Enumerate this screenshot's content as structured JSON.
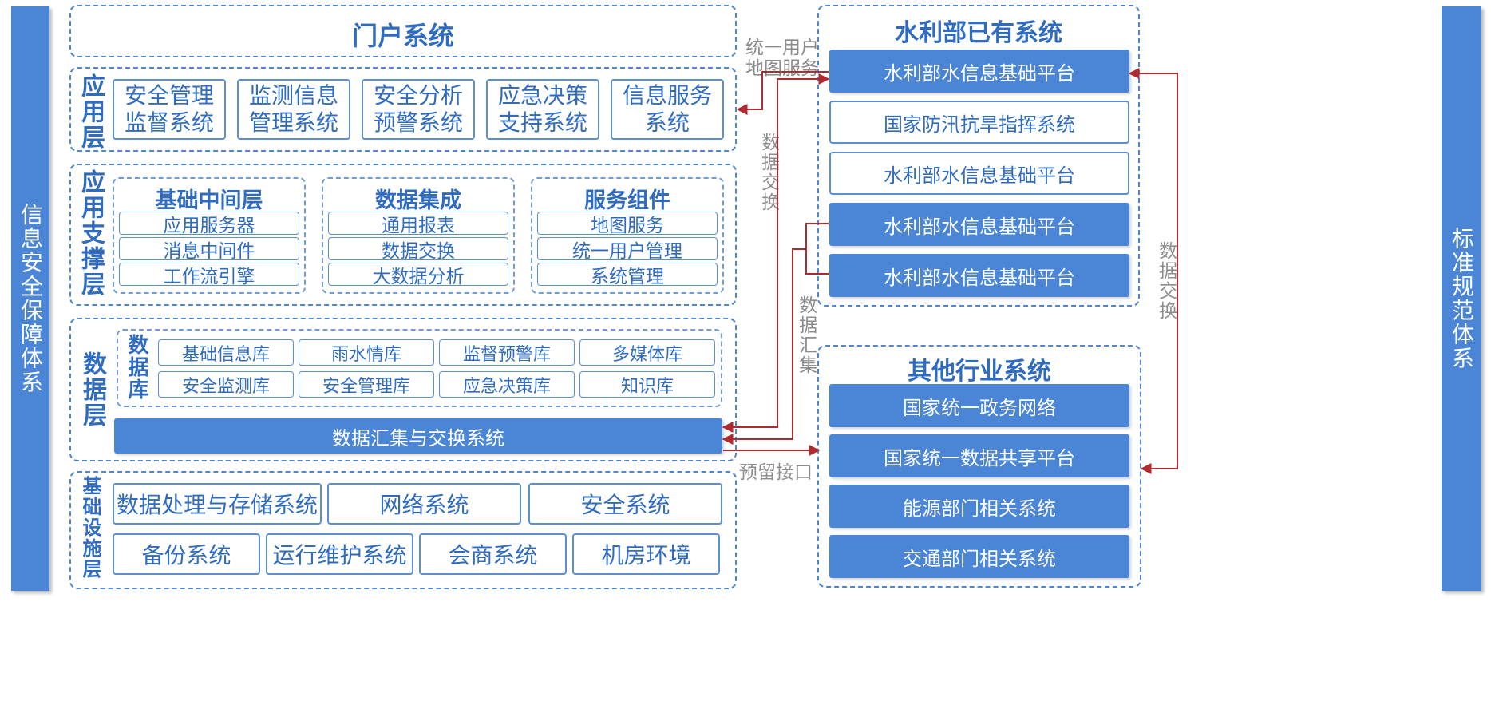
{
  "left_bar": "信息安全保障体系",
  "right_bar": "标准规范体系",
  "portal": "门户系统",
  "app_layer": {
    "label": "应用层",
    "items": [
      "安全管理\n监督系统",
      "监测信息\n管理系统",
      "安全分析\n预警系统",
      "应急决策\n支持系统",
      "信息服务\n系统"
    ]
  },
  "support_layer": {
    "label": "应用支撑层",
    "groups": [
      {
        "title": "基础中间层",
        "items": [
          "应用服务器",
          "消息中间件",
          "工作流引擎"
        ]
      },
      {
        "title": "数据集成",
        "items": [
          "通用报表",
          "数据交换",
          "大数据分析"
        ]
      },
      {
        "title": "服务组件",
        "items": [
          "地图服务",
          "统一用户管理",
          "系统管理"
        ]
      }
    ]
  },
  "data_layer": {
    "label": "数据层",
    "db_label": "数据库",
    "dbs": [
      "基础信息库",
      "雨水情库",
      "监督预警库",
      "多媒体库",
      "安全监测库",
      "安全管理库",
      "应急决策库",
      "知识库"
    ],
    "exchange": "数据汇集与交换系统"
  },
  "infra_layer": {
    "label": "基础设施层",
    "row1": [
      "数据处理与存储系统",
      "网络系统",
      "安全系统"
    ],
    "row2": [
      "备份系统",
      "运行维护系统",
      "会商系统",
      "机房环境"
    ]
  },
  "ministry": {
    "title": "水利部已有系统",
    "items": [
      "水利部水信息基础平台",
      "国家防汛抗旱指挥系统",
      "水利部水信息基础平台",
      "水利部水信息基础平台",
      "水利部水信息基础平台"
    ]
  },
  "other": {
    "title": "其他行业系统",
    "items": [
      "国家统一政务网络",
      "国家统一数据共享平台",
      "能源部门相关系统",
      "交通部门相关系统"
    ]
  },
  "labels": {
    "unified_user": "统一用户",
    "map_service": "地图服务",
    "data_exchange": "数据交换",
    "data_collect": "数据汇集",
    "data_exchange_right": "数据交换",
    "reserved": "预留接口"
  },
  "colors": {
    "primary": "#4b86d6",
    "text": "#2f6cc0",
    "arrow": "#b02a30",
    "gray": "#8c8c8c"
  }
}
